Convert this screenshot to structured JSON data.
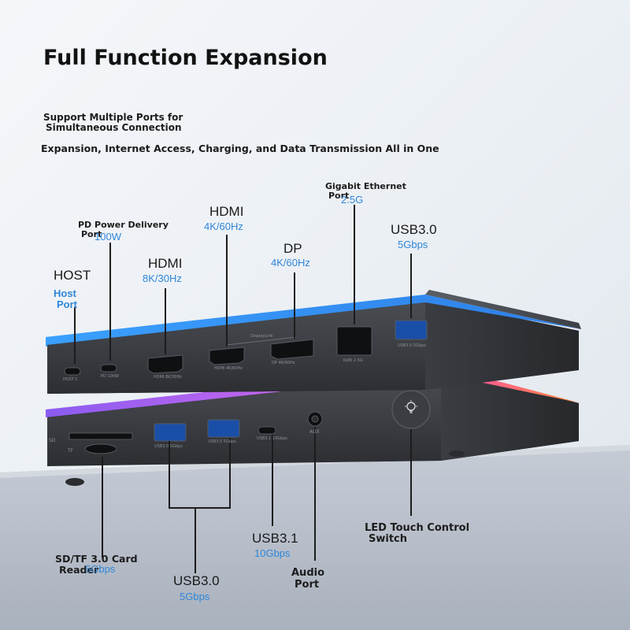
{
  "headline": "Full Function Expansion",
  "subheading_line1": "Support Multiple Ports for",
  "subheading_line2": "Simultaneous Connection",
  "tagline": "Expansion, Internet Access, Charging, and Data Transmission All in One",
  "colors": {
    "spec_blue": "#2f86d8",
    "top_glow": "#2e8cf0",
    "bottom_glow_left": "#8a5cf0",
    "bottom_glow_mid": "#ff4fb0",
    "bottom_glow_right": "#ff8a3a"
  },
  "top_ports": {
    "host": {
      "name": "HOST",
      "spec_line1": "Host",
      "spec_line2": "Port",
      "engraving": "HOST C"
    },
    "pd": {
      "name_line1": "PD Power Delivery",
      "name_line2": "Port",
      "spec": "100W",
      "engraving": "PD 100W"
    },
    "hdmi1": {
      "name": "HDMI",
      "spec": "8K/30Hz",
      "engraving": "HDMI 8K/30Hz"
    },
    "hdmi2": {
      "name": "HDMI",
      "spec": "4K/60Hz",
      "engraving": "HDMI 4K/60Hz"
    },
    "dp": {
      "name": "DP",
      "spec": "4K/60Hz",
      "engraving": "DP 4K/60Hz"
    },
    "ethernet": {
      "name_line1": "Gigabit Ethernet",
      "name_line2": "Port",
      "spec": "2.5G",
      "engraving": "RJ45 2.5G"
    },
    "usb30_top": {
      "name": "USB3.0",
      "spec": "5Gbps",
      "engraving": "USB3.0 5Gbps"
    },
    "displaylink_engraving": "DisplayLink"
  },
  "bottom_ports": {
    "card_reader": {
      "name_line1": "SD/TF 3.0 Card",
      "name_line2": "Reader",
      "spec": "5Gbps",
      "engraving_sd": "SD",
      "engraving_tf": "TF"
    },
    "usb30_pair": {
      "name": "USB3.0",
      "spec": "5Gbps",
      "engraving1": "USB3.0 5Gbps",
      "engraving2": "USB3.0 5Gbps"
    },
    "usb31": {
      "name": "USB3.1",
      "spec": "10Gbps",
      "engraving": "USB3.1 10Gbps"
    },
    "audio": {
      "name_line1": "Audio",
      "name_line2": "Port",
      "engraving": "AUX"
    },
    "led": {
      "name_line1": "LED Touch Control",
      "name_line2": "Switch",
      "icon": "lightbulb-icon"
    }
  }
}
